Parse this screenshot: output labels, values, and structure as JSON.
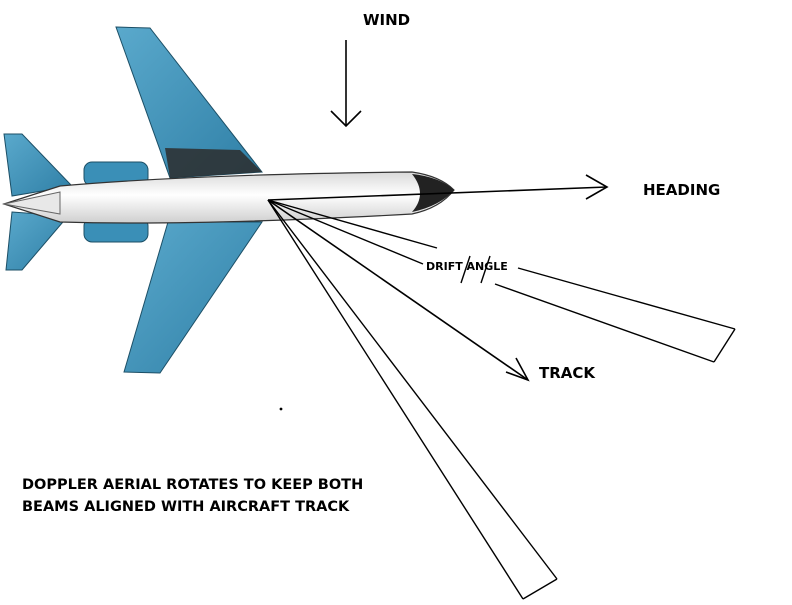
{
  "labels": {
    "wind": "WIND",
    "heading": "HEADING",
    "track": "TRACK",
    "drift_angle": "DRIFT ANGLE"
  },
  "caption": {
    "line1": "DOPPLER AERIAL ROTATES TO KEEP BOTH",
    "line2": "BEAMS ALIGNED WITH AIRCRAFT TRACK"
  },
  "colors": {
    "aircraft_wing": "#3a8fb7",
    "aircraft_wing_dark": "#1f5f7f",
    "fuselage": "#f4f4f4",
    "nose": "#222222",
    "lines": "#000000"
  }
}
